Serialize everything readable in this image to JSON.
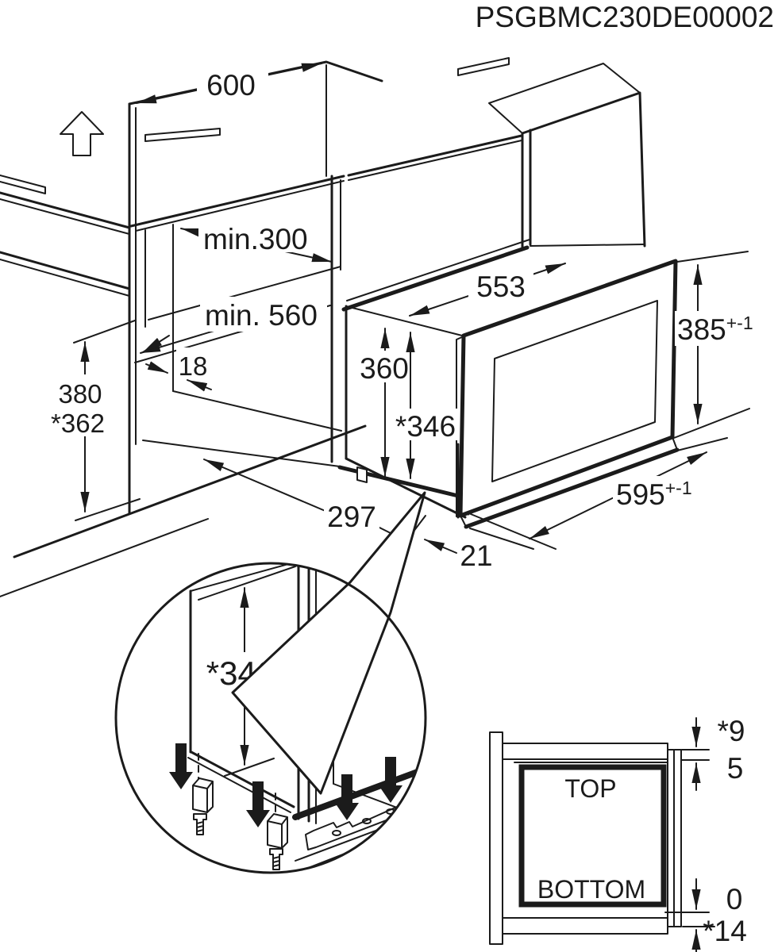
{
  "title": "PSGBMC230DE00002",
  "colors": {
    "line": "#1b1b1b",
    "background": "#ffffff"
  },
  "main_view": {
    "dims": {
      "cabinet_width": "600",
      "upper_cabinet_depth": "min.300",
      "niche_depth": "min. 560",
      "panel_thickness": "18",
      "niche_height": "380",
      "niche_height_alt": "*362",
      "appliance_top_width": "553",
      "appliance_height": "360",
      "appliance_height_alt": "*346",
      "front_height": "385",
      "front_height_tol": "+-1",
      "front_width": "595",
      "front_width_tol": "+-1",
      "support_depth": "297",
      "rear_offset": "21"
    }
  },
  "detail_circle": {
    "dim_height_alt": "*346"
  },
  "section_inset": {
    "label_top": "TOP",
    "label_bottom": "BOTTOM",
    "dim_top_overhang": "*9",
    "dim_top_gap": "5",
    "dim_bottom_gap": "0",
    "dim_bottom_overhang": "*14"
  }
}
